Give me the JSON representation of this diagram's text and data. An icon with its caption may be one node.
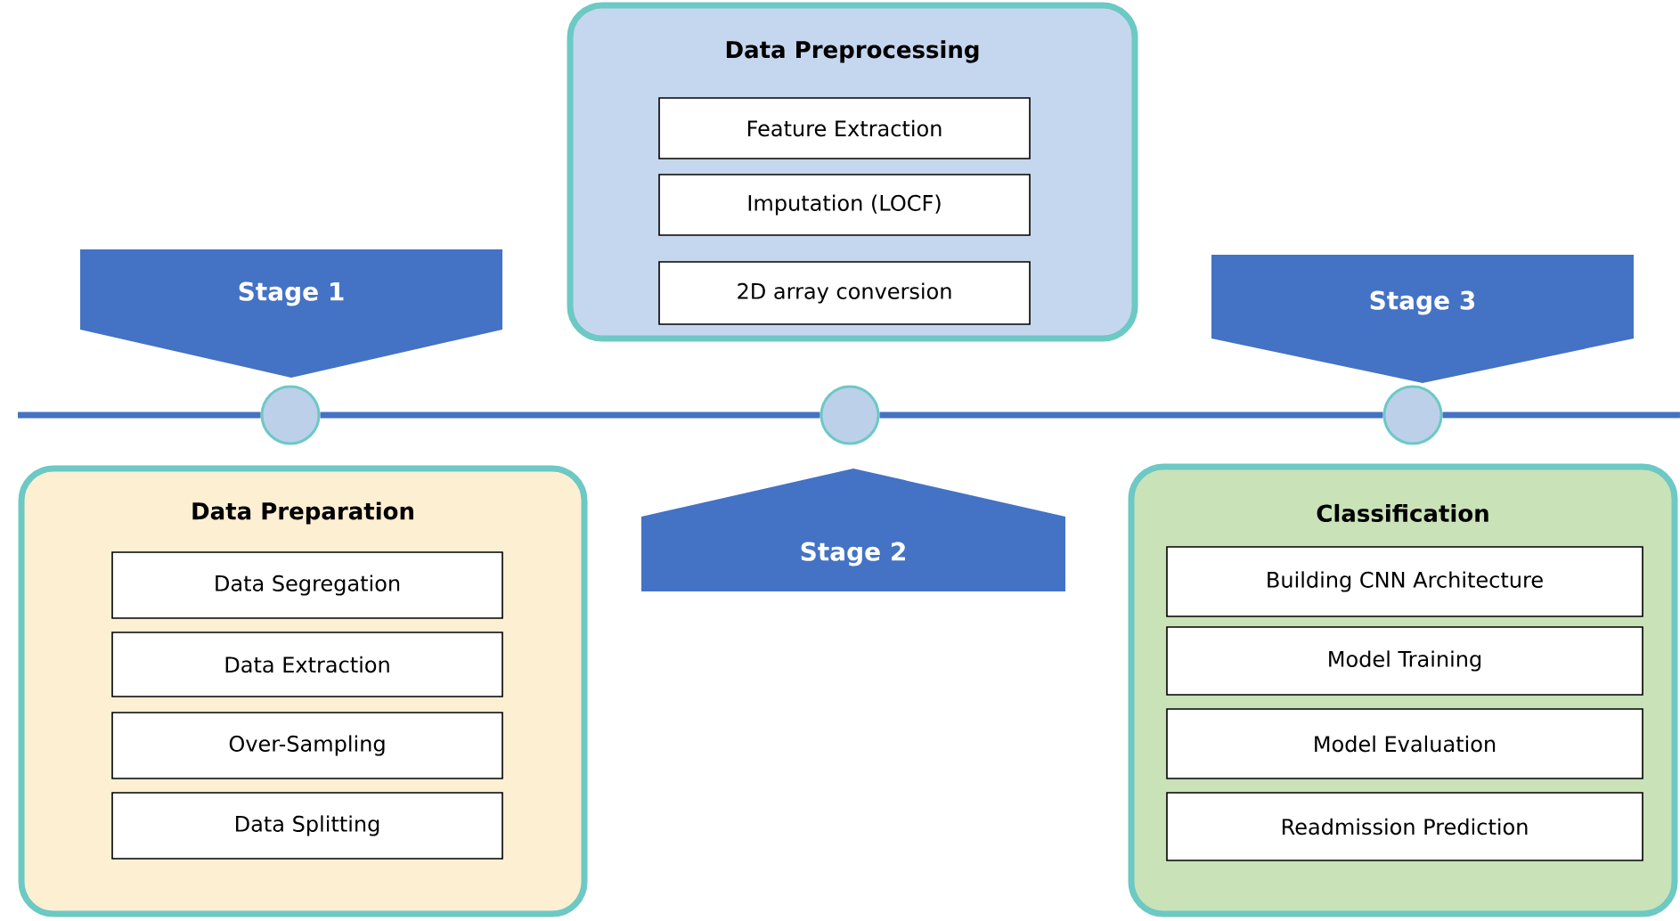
{
  "diagram": {
    "nodes": [
      {
        "text": [
          "Data Preprocessing"
        ]
      },
      {
        "text": [
          "Feature Extraction"
        ],
        "in": 0
      },
      {
        "text": [
          "Imputation (LOCF)"
        ],
        "in": 0
      },
      {
        "text": [
          "2D array conversion"
        ],
        "in": 0
      },
      {
        "text": [
          "Stage 1"
        ]
      },
      {
        "text": [
          "Stage 3"
        ]
      },
      {
        "text": [],
        "shape": "circle"
      },
      {
        "text": [],
        "shape": "circle"
      },
      {
        "text": [],
        "shape": "circle"
      },
      {
        "text": [
          "Data Preparation"
        ]
      },
      {
        "text": [
          "Data Segregation"
        ],
        "in": 9
      },
      {
        "text": [
          "Data Extraction"
        ],
        "in": 9
      },
      {
        "text": [
          "Over-Sampling"
        ],
        "in": 9
      },
      {
        "text": [
          "Data Splitting"
        ],
        "in": 9
      },
      {
        "text": [
          "Stage 2"
        ]
      },
      {
        "text": [
          "Classification"
        ]
      },
      {
        "text": [
          "Building CNN Architecture"
        ],
        "in": 15
      },
      {
        "text": [
          "Model Training"
        ],
        "in": 15
      },
      {
        "text": [
          "Model Evaluation"
        ],
        "in": 15
      },
      {
        "text": [
          "Readmission Prediction"
        ],
        "in": 15
      }
    ],
    "edges": [
      {
        "from": null,
        "to": 6,
        "arrow": "none"
      },
      {
        "from": 6,
        "to": 7,
        "arrow": "none"
      },
      {
        "from": 7,
        "to": 8,
        "arrow": "none"
      },
      {
        "from": 8,
        "to": null,
        "arrow": "none"
      }
    ]
  }
}
